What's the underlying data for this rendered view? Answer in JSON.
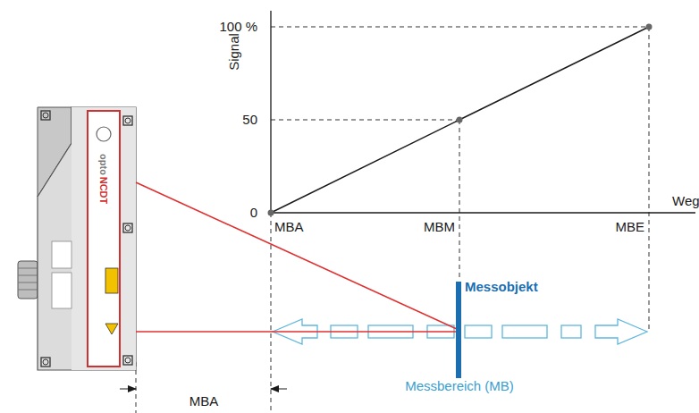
{
  "diagram": {
    "labels": [
      "100 %",
      "Signal",
      "50",
      "0",
      "Weg",
      "MBA",
      "MBM",
      "MBE",
      "Messobjekt",
      "Messbereich (MB)",
      "MBA",
      "opto",
      "NCDT"
    ]
  }
}
